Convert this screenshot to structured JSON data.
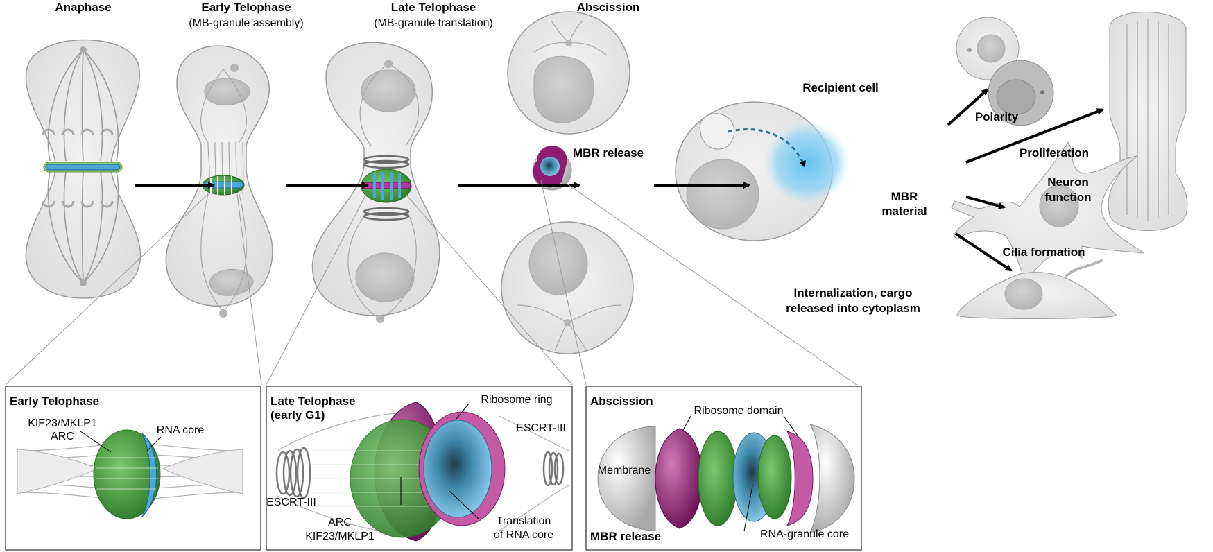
{
  "stages": {
    "anaphase": "Anaphase",
    "early_telophase": "Early Telophase",
    "early_telophase_sub": "(MB-granule assembly)",
    "late_telophase": "Late Telophase",
    "late_telophase_sub": "(MB-granule translation)",
    "abscission": "Abscission",
    "mbr_release": "MBR release",
    "recipient_cell": "Recipient cell",
    "mbr_material_1": "MBR",
    "mbr_material_2": "material",
    "internalization_1": "Internalization, cargo",
    "internalization_2": "released into cytoplasm"
  },
  "outcomes": {
    "polarity": "Polarity",
    "proliferation": "Proliferation",
    "neuron_1": "Neuron",
    "neuron_2": "function",
    "cilia": "Cilia formation"
  },
  "panels": {
    "early": {
      "title": "Early Telophase",
      "kif": "KIF23/MKLP1",
      "arc": "ARC",
      "rna_core": "RNA core"
    },
    "late": {
      "title_1": "Late Telophase",
      "title_2": "(early G1)",
      "ribosome_ring": "Ribosome ring",
      "escrt_right": "ESCRT-III",
      "escrt_left": "ESCRT-III",
      "arc": "ARC",
      "kif": "KIF23/MKLP1",
      "translation_1": "Translation",
      "translation_2": "of RNA core"
    },
    "abscission": {
      "title": "Abscission",
      "ribosome_domain": "Ribosome domain",
      "membrane": "Membrane",
      "mbr_release": "MBR release",
      "rna_granule": "RNA-granule core"
    }
  },
  "colors": {
    "cell_fill": "#e8e8e8",
    "cell_stroke": "#9a9a9a",
    "nucleus": "#c4c4c4",
    "green": "#3f9a3a",
    "blue": "#4aa7d8",
    "magenta": "#8e1c72",
    "arrow": "#000000",
    "mbr_cloud": "#6cc3ef"
  }
}
